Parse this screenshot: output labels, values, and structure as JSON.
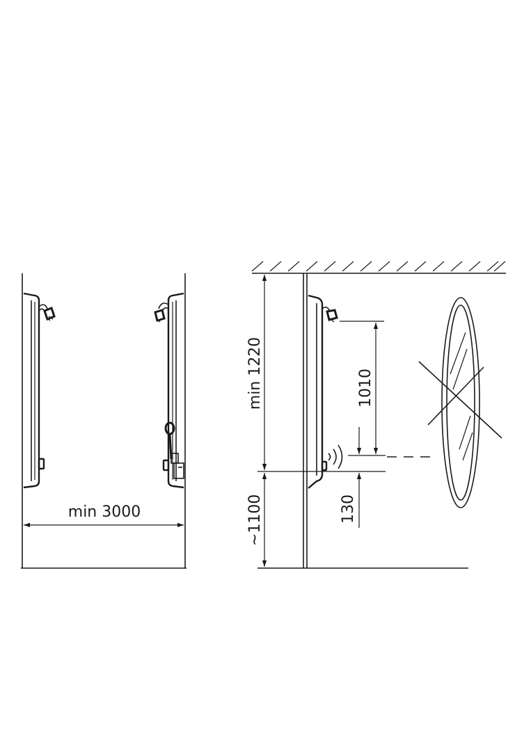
{
  "dimensions": {
    "width_between_panels": "min 3000",
    "ceiling_to_sensor": "min 1220",
    "showerhead_to_sensor": "1010",
    "floor_to_sensor": "~1100",
    "sensor_offset": "130"
  },
  "icons": {
    "sensor": "sensor-wave-icon",
    "mirror": "mirror-icon",
    "crossed": "cross-out-icon"
  },
  "colors": {
    "line": "#1a1a1a",
    "background": "#ffffff"
  }
}
